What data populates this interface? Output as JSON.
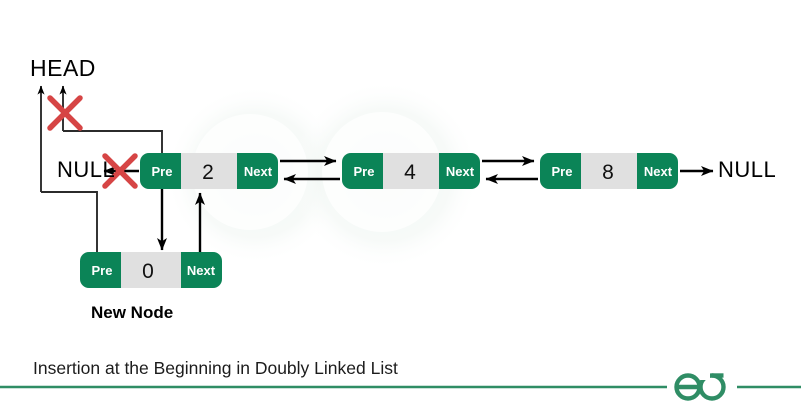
{
  "figure": {
    "caption": "Insertion at the Beginning in Doubly Linked List",
    "background_color": "#ffffff",
    "node_green": "#0b8457",
    "node_gray": "#e0e0e0",
    "x_mark_color": "#d64545",
    "brand_color": "#2f8d65"
  },
  "labels": {
    "head": "HEAD",
    "null_left": "NULL",
    "null_right": "NULL",
    "new_node": "New Node"
  },
  "list": {
    "pre_label": "Pre",
    "next_label": "Next",
    "nodes": [
      {
        "value": "2",
        "pre": "Pre",
        "next": "Next"
      },
      {
        "value": "4",
        "pre": "Pre",
        "next": "Next"
      },
      {
        "value": "8",
        "pre": "Pre",
        "next": "Next"
      }
    ],
    "new_node": {
      "value": "0",
      "pre": "Pre",
      "next": "Next"
    }
  },
  "chart_data": {
    "type": "diagram",
    "title": "Insertion at the Beginning in Doubly Linked List",
    "structure": "doubly-linked-list",
    "existing_values": [
      "2",
      "4",
      "8"
    ],
    "inserted_value": "0",
    "head_points_to": "0",
    "old_head_value": "2",
    "terminator_left": "NULL",
    "terminator_right": "NULL",
    "invalidated_links": [
      "HEAD -> 2",
      "2.Pre -> NULL"
    ]
  },
  "footer": {
    "logo_name": "geeksforgeeks-logo"
  }
}
